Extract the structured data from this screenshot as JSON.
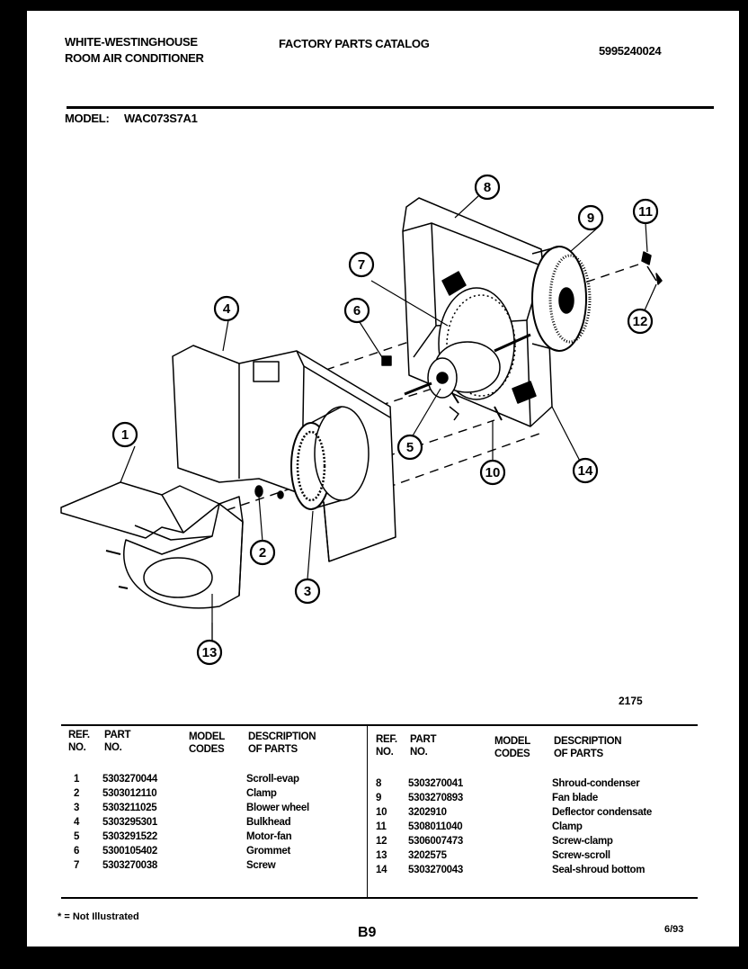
{
  "header": {
    "brand_line1": "WHITE-WESTINGHOUSE",
    "brand_line2": "ROOM AIR CONDITIONER",
    "catalog_title": "FACTORY PARTS CATALOG",
    "catalog_number": "5995240024",
    "model_label": "MODEL:",
    "model_value": "WAC073S7A1"
  },
  "diagram": {
    "figure_number": "2175",
    "callouts": [
      "1",
      "2",
      "3",
      "4",
      "5",
      "6",
      "7",
      "8",
      "9",
      "10",
      "11",
      "12",
      "13",
      "14"
    ]
  },
  "table": {
    "headers": {
      "ref_no": "REF.\nNO.",
      "part_no": "PART\nNO.",
      "model_codes": "MODEL\nCODES",
      "description": "DESCRIPTION\nOF PARTS"
    },
    "left_rows": [
      {
        "ref": "1",
        "part": "5303270044",
        "desc": "Scroll-evap"
      },
      {
        "ref": "2",
        "part": "5303012110",
        "desc": "Clamp"
      },
      {
        "ref": "3",
        "part": "5303211025",
        "desc": "Blower wheel"
      },
      {
        "ref": "4",
        "part": "5303295301",
        "desc": "Bulkhead"
      },
      {
        "ref": "5",
        "part": "5303291522",
        "desc": "Motor-fan"
      },
      {
        "ref": "6",
        "part": "5300105402",
        "desc": "Grommet"
      },
      {
        "ref": "7",
        "part": "5303270038",
        "desc": "Screw"
      }
    ],
    "right_rows": [
      {
        "ref": "8",
        "part": "5303270041",
        "desc": "Shroud-condenser"
      },
      {
        "ref": "9",
        "part": "5303270893",
        "desc": "Fan blade"
      },
      {
        "ref": "10",
        "part": "3202910",
        "desc": "Deflector condensate"
      },
      {
        "ref": "11",
        "part": "5308011040",
        "desc": "Clamp"
      },
      {
        "ref": "12",
        "part": "5306007473",
        "desc": "Screw-clamp"
      },
      {
        "ref": "13",
        "part": "3202575",
        "desc": "Screw-scroll"
      },
      {
        "ref": "14",
        "part": "5303270043",
        "desc": "Seal-shroud bottom"
      }
    ]
  },
  "footer": {
    "footnote": "* = Not Illustrated",
    "page_code": "B9",
    "date": "6/93"
  }
}
